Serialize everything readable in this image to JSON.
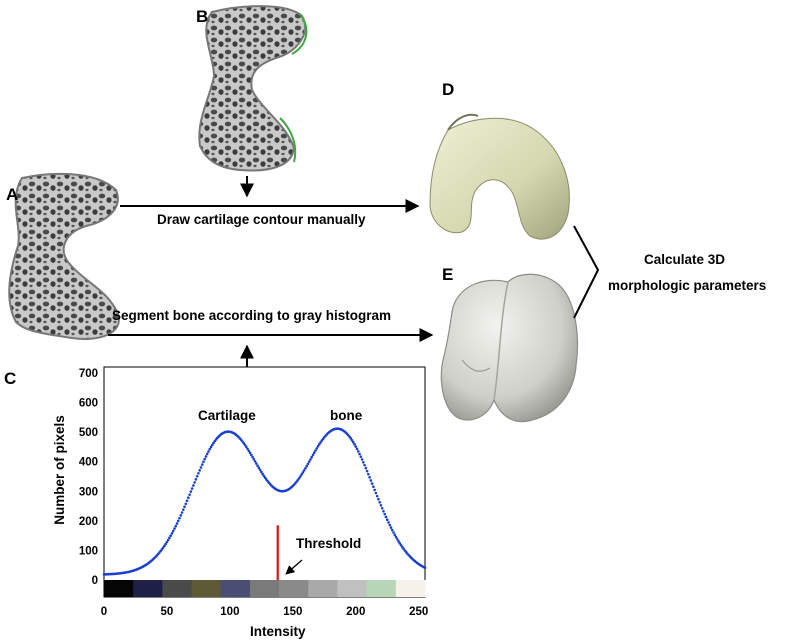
{
  "panels": {
    "a": "A",
    "b": "B",
    "c": "C",
    "d": "D",
    "e": "E"
  },
  "flow": {
    "draw_contour": "Draw cartilage contour manually",
    "segment_bone": "Segment bone according to gray histogram",
    "calculate_line1": "Calculate 3D",
    "calculate_line2": "morphologic parameters"
  },
  "colors": {
    "points": "#1a3fd1",
    "threshold": "#e01010",
    "contour": "#3ea83e",
    "cartilage_3d": "#d9dcb8",
    "bone_3d": "#d6d6d2"
  },
  "chart_data": {
    "type": "scatter",
    "xlabel": "Intensity",
    "ylabel": "Number of pixels",
    "xlim": [
      0,
      255
    ],
    "ylim": [
      0,
      720
    ],
    "x_ticks": [
      "0",
      "50",
      "100",
      "150",
      "200",
      "250"
    ],
    "y_ticks": [
      "0",
      "100",
      "200",
      "300",
      "400",
      "500",
      "600",
      "700"
    ],
    "annotations": {
      "cartilage_peak": "Cartilage",
      "bone_peak": "bone",
      "threshold": "Threshold"
    },
    "threshold_x": 138,
    "threshold_y": 185,
    "grayscale_bar": [
      "#050505",
      "#1e2046",
      "#4a4a4a",
      "#5e5a36",
      "#4a4e72",
      "#7a7a7a",
      "#8a8a8a",
      "#a9a9a9",
      "#c0c0c0",
      "#b7d6b7",
      "#f4f2ea"
    ],
    "series": [
      {
        "peaks": [
          {
            "center": 98,
            "height": 480,
            "width": 28
          },
          {
            "center": 186,
            "height": 490,
            "width": 28
          }
        ],
        "baseline": 18,
        "x_start": 0,
        "x_end": 255,
        "x_step": 1
      }
    ]
  }
}
